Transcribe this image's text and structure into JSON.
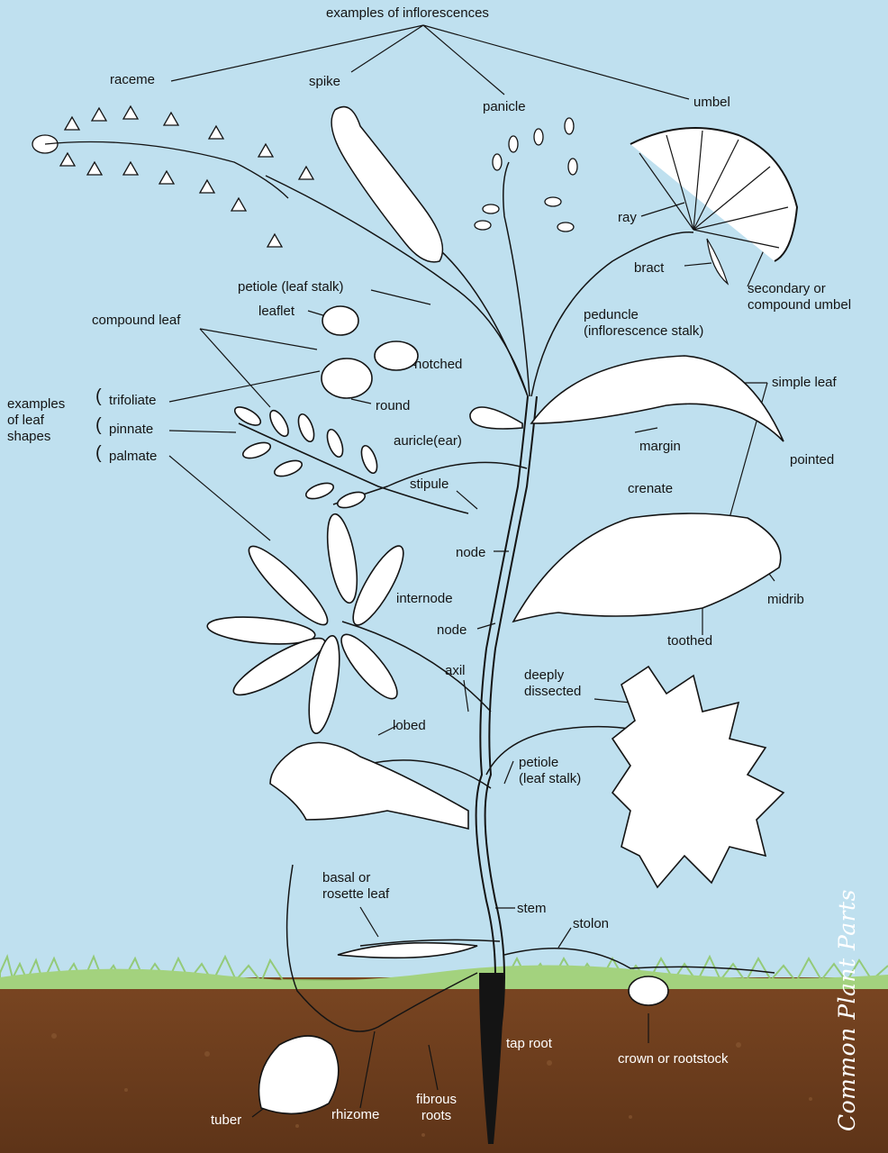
{
  "title": "Common Plant Parts",
  "colors": {
    "sky": "#bfe0ef",
    "soil": "#6e3e1c",
    "grass": "#8fc86a",
    "ink": "#141414",
    "leaf": "#ffffff"
  },
  "labels": {
    "examples_of_inflorescences": "examples of inflorescences",
    "raceme": "raceme",
    "spike": "spike",
    "panicle": "panicle",
    "umbel": "umbel",
    "ray": "ray",
    "bract": "bract",
    "secondary_umbel": "secondary or\ncompound umbel",
    "petiole_leaf_stalk_top": "petiole (leaf stalk)",
    "leaflet": "leaflet",
    "compound_leaf": "compound leaf",
    "peduncle": "peduncle\n(inflorescence stalk)",
    "notched": "notched",
    "round": "round",
    "examples_of_leaf_shapes": "examples\nof leaf\nshapes",
    "trifoliate": "trifoliate",
    "pinnate": "pinnate",
    "palmate": "palmate",
    "simple_leaf": "simple leaf",
    "auricle": "auricle(ear)",
    "margin": "margin",
    "pointed": "pointed",
    "stipule": "stipule",
    "crenate": "crenate",
    "node_upper": "node",
    "internode": "internode",
    "midrib": "midrib",
    "node_lower": "node",
    "toothed": "toothed",
    "axil": "axil",
    "deeply_dissected": "deeply\ndissected",
    "lobed": "lobed",
    "petiole_lower": "petiole\n(leaf stalk)",
    "basal_rosette_leaf": "basal or\nrosette leaf",
    "stem": "stem",
    "stolon": "stolon",
    "tap_root": "tap root",
    "crown_rootstock": "crown or rootstock",
    "tuber": "tuber",
    "rhizome": "rhizome",
    "fibrous_roots": "fibrous\nroots"
  }
}
